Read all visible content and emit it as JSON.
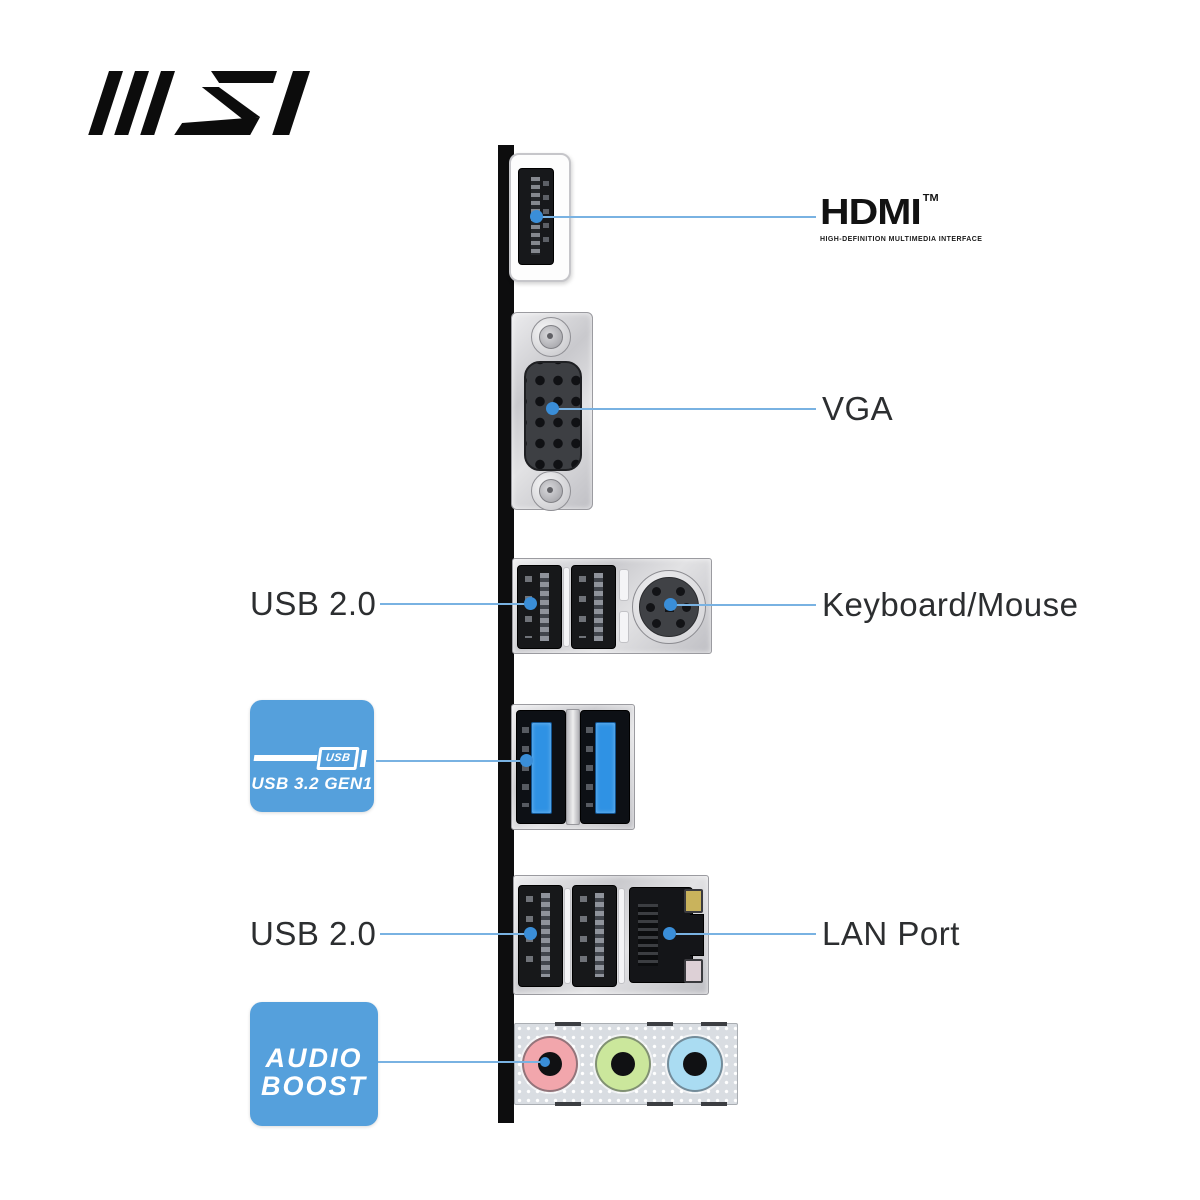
{
  "brand": {
    "name": "MSI"
  },
  "colors": {
    "callout_line": "#79b2e2",
    "callout_dot": "#3a8ed8",
    "badge_blue": "#55a0dc",
    "usb3_tongue": "#2f92e4",
    "audio_jack_pink": "#f2a6ac",
    "audio_jack_green": "#cbe79c",
    "audio_jack_blue": "#aadcf2",
    "lan_led_top": "#c9b35c",
    "lan_led_bottom": "#ddd0d6"
  },
  "callouts": {
    "hdmi": {
      "label": "HDMI",
      "tm": "TM",
      "subtitle": "HIGH-DEFINITION MULTIMEDIA INTERFACE"
    },
    "vga": {
      "label": "VGA"
    },
    "usb2_top": {
      "label": "USB 2.0"
    },
    "keyboard_mouse": {
      "label": "Keyboard/Mouse"
    },
    "usb32_badge": {
      "icon_text": "USB",
      "label": "USB 3.2 GEN1"
    },
    "usb2_bottom": {
      "label": "USB 2.0"
    },
    "lan": {
      "label": "LAN Port"
    },
    "audio_badge": {
      "line1": "AUDIO",
      "line2": "BOOST"
    }
  }
}
